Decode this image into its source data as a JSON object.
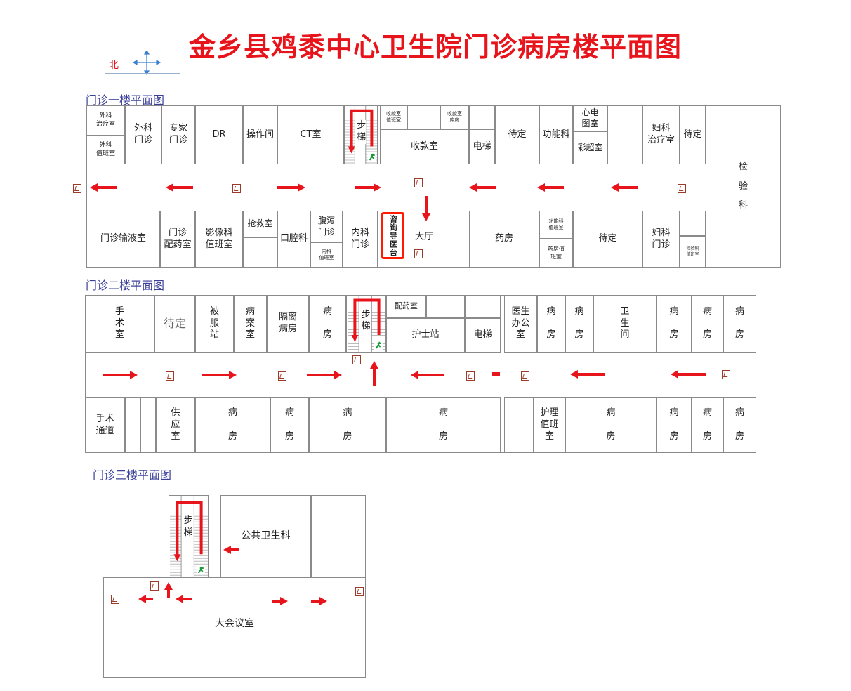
{
  "title": "金乡县鸡黍中心卫生院门诊病房楼平面图",
  "compass": {
    "north_label": "北",
    "icon": "compass-cross-arrows-icon"
  },
  "colors": {
    "title": "#e8141b",
    "label": "#3a3f9a",
    "arrow": "#e8141b",
    "exit": "#9b3b2a",
    "runner": "#1a9a3a"
  },
  "floors": [
    {
      "label": "门诊一楼平面图",
      "stair_label": "步\n梯",
      "lobby_label": "大厅",
      "info_desk": "咨询导医台",
      "rooms": [
        "外科\n治疗室",
        "外科\n值班室",
        "外科\n门诊",
        "专家\n门诊",
        "DR",
        "操作间",
        "CT室",
        "收款室\n值班室",
        "",
        "收款室\n库房",
        "收款室",
        "",
        "电梯",
        "待定",
        "功能科",
        "心电\n图室",
        "彩超室",
        "",
        "妇科\n治疗室",
        "待定",
        "检\n\n验\n\n科",
        "门诊输液室",
        "门诊\n配药室",
        "影像科\n值班室",
        "抢救室",
        "",
        "口腔科",
        "腹泻\n门诊",
        "内科\n值班室",
        "内科\n门诊",
        "药房",
        "功能科\n值班室",
        "药房值\n班室",
        "待定",
        "妇科\n门诊",
        "",
        "检验科\n值班室"
      ]
    },
    {
      "label": "门诊二楼平面图",
      "stair_label": "步\n梯",
      "rooms": [
        "手\n术\n室",
        "待定",
        "被\n服\n站",
        "病\n案\n室",
        "隔离\n病房",
        "病\n\n房",
        "配药室",
        "",
        "护士站",
        "",
        "电梯",
        "医生\n办公\n室",
        "病\n\n房",
        "病\n\n房",
        "卫\n生\n间",
        "病\n\n房",
        "病\n\n房",
        "病\n\n房",
        "手术\n通道",
        "",
        "",
        "供\n应\n室",
        "病\n\n房",
        "病\n\n房",
        "病\n\n房",
        "病\n\n房",
        "",
        "护理\n值班\n室",
        "病\n\n房",
        "病\n\n房",
        "病\n\n房",
        "病\n\n房"
      ]
    },
    {
      "label": "门诊三楼平面图",
      "stair_label": "步\n梯",
      "rooms": [
        "公共卫生科",
        "",
        "大会议室"
      ]
    }
  ]
}
